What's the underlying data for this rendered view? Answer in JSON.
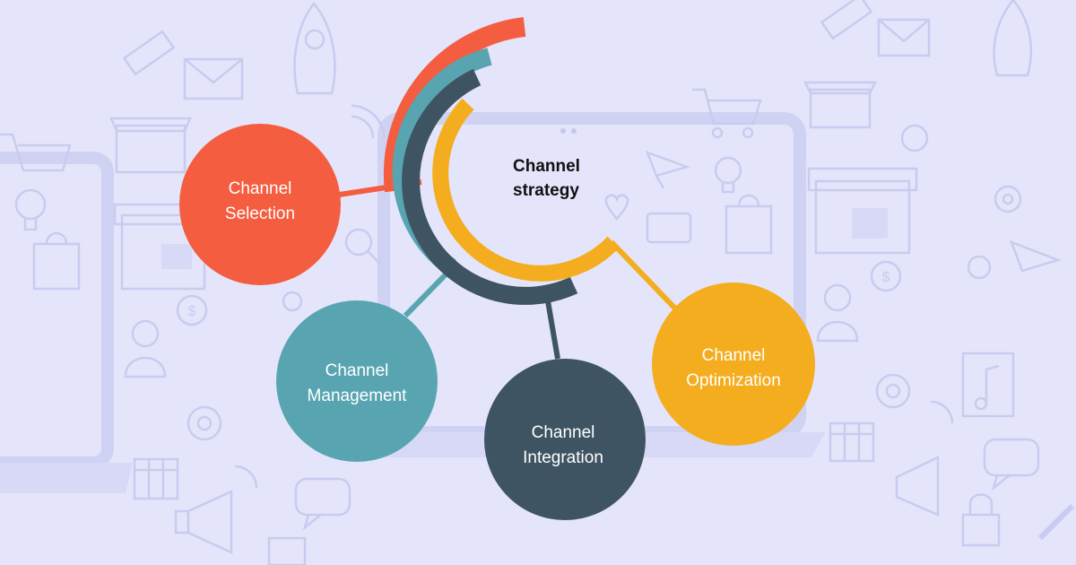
{
  "center": {
    "line1": "Channel",
    "line2": "strategy"
  },
  "nodes": [
    {
      "id": "selection",
      "line1": "Channel",
      "line2": "Selection",
      "color": "#f45d3f"
    },
    {
      "id": "management",
      "line1": "Channel",
      "line2": "Management",
      "color": "#58a5b1"
    },
    {
      "id": "integration",
      "line1": "Channel",
      "line2": "Integration",
      "color": "#3e5462"
    },
    {
      "id": "optimization",
      "line1": "Channel",
      "line2": "Optimization",
      "color": "#f4ad1f"
    }
  ],
  "colors": {
    "background": "#e4e5fb",
    "background_icons": "#c9cbef",
    "center_text": "#111111"
  },
  "background_icons": [
    "laptop-icon",
    "shopping-cart-icon",
    "envelope-icon",
    "rocket-icon",
    "megaphone-icon",
    "chat-bubble-icon",
    "lightbulb-icon",
    "lock-icon",
    "at-sign-icon",
    "calendar-icon",
    "storefront-icon",
    "music-note-icon",
    "gear-icon",
    "dollar-coin-icon",
    "rss-icon",
    "paper-plane-icon"
  ]
}
